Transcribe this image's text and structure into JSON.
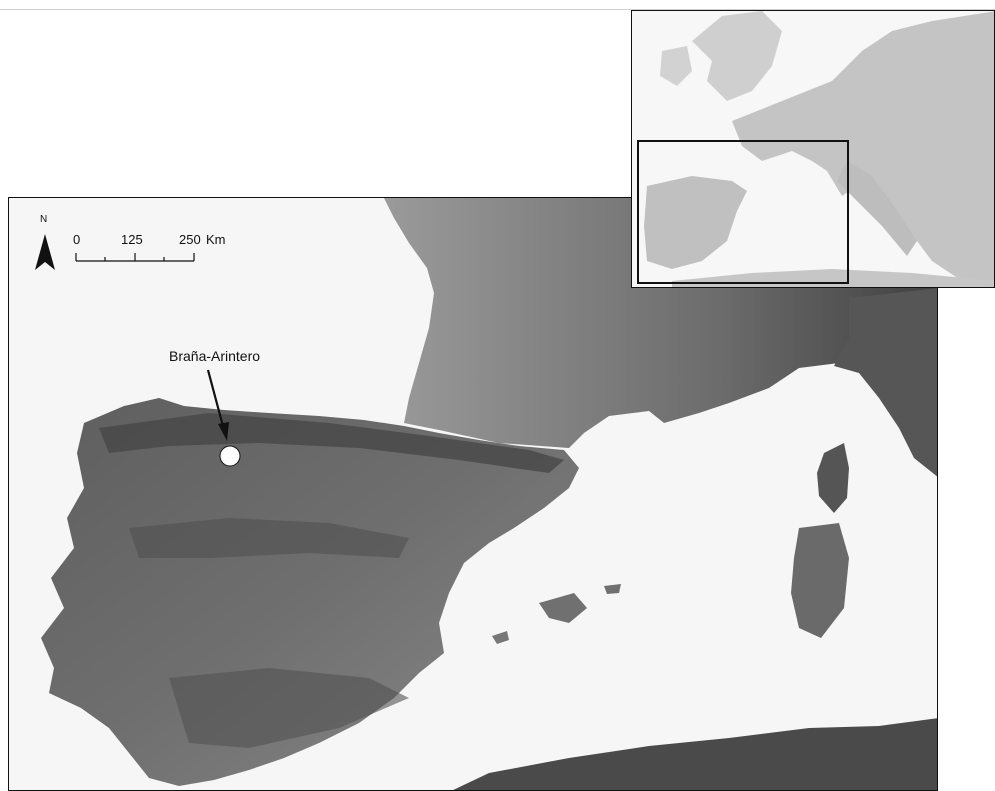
{
  "map": {
    "north_label": "N",
    "scale_ticks": [
      "0",
      "125",
      "250"
    ],
    "scale_unit": "Km",
    "site_label": "Braña-Arintero"
  },
  "icons": {
    "north_arrow": "north-arrow-icon",
    "site_marker": "site-marker-icon"
  },
  "colors": {
    "sea": "#f6f6f6",
    "land_dark": "#5a5a5a",
    "land_mid": "#7c7c7c",
    "land_light": "#a8a8a8",
    "inset_land": "#c8c8c8",
    "frame": "#111111"
  }
}
